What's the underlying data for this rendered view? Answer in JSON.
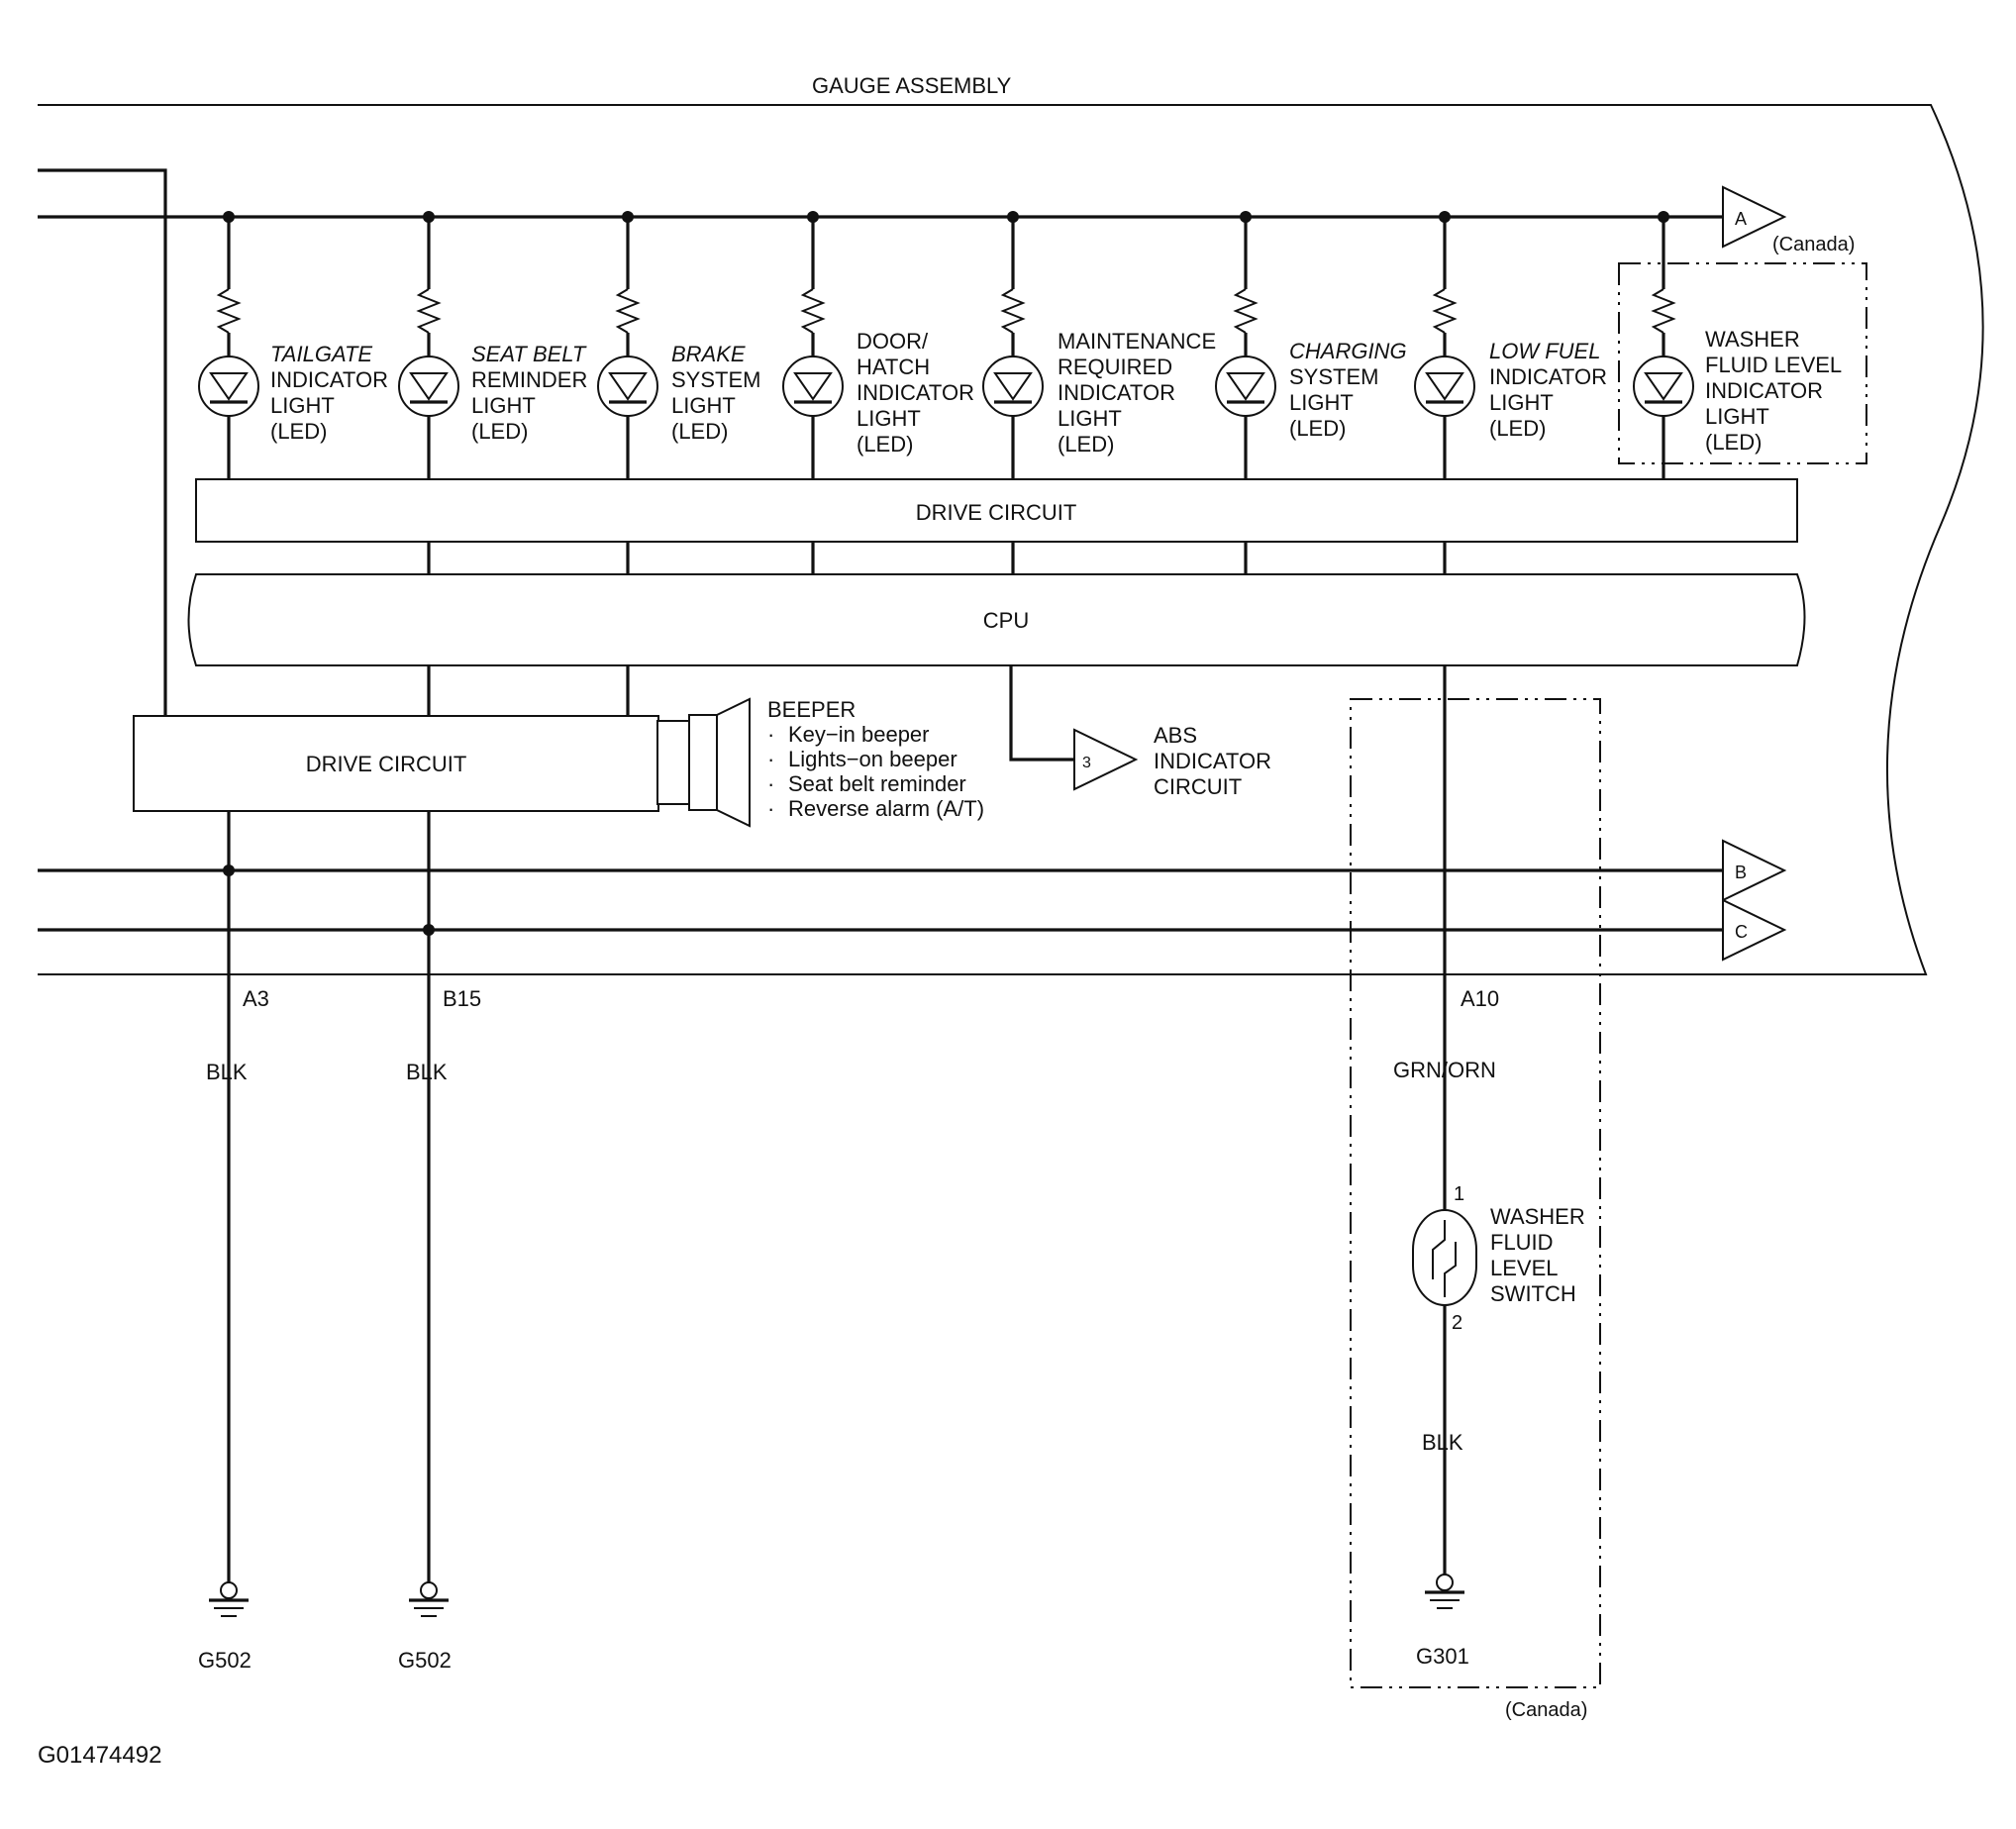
{
  "title": "GAUGE ASSEMBLY",
  "leds": [
    {
      "lines": [
        "TAILGATE",
        "INDICATOR",
        "LIGHT",
        "(LED)"
      ]
    },
    {
      "lines": [
        "SEAT BELT",
        "REMINDER",
        "LIGHT",
        "(LED)"
      ]
    },
    {
      "lines": [
        "BRAKE",
        "SYSTEM",
        "LIGHT",
        "(LED)"
      ]
    },
    {
      "lines": [
        "DOOR/",
        "HATCH",
        "INDICATOR",
        "LIGHT",
        "(LED)"
      ]
    },
    {
      "lines": [
        "MAINTENANCE",
        "REQUIRED",
        "INDICATOR",
        "LIGHT",
        "(LED)"
      ]
    },
    {
      "lines": [
        "CHARGING",
        "SYSTEM",
        "LIGHT",
        "(LED)"
      ]
    },
    {
      "lines": [
        "LOW FUEL",
        "INDICATOR",
        "LIGHT",
        "(LED)"
      ]
    },
    {
      "lines": [
        "WASHER",
        "FLUID LEVEL",
        "INDICATOR",
        "LIGHT",
        "(LED)"
      ]
    }
  ],
  "drive_circuit_top": "DRIVE CIRCUIT",
  "cpu": "CPU",
  "drive_circuit_bottom": "DRIVE CIRCUIT",
  "beeper": {
    "title": "BEEPER",
    "items": [
      "Key−in beeper",
      "Lights−on beeper",
      "Seat belt reminder",
      "Reverse alarm (A/T)"
    ]
  },
  "abs": {
    "number": "3",
    "lines": [
      "ABS",
      "INDICATOR",
      "CIRCUIT"
    ]
  },
  "connectors": {
    "A": "A",
    "B": "B",
    "C": "C",
    "canada_top": "(Canada)",
    "canada_bottom": "(Canada)"
  },
  "terminals": {
    "t1": "A3",
    "t2": "B15",
    "t3": "A10"
  },
  "wires": {
    "w1": "BLK",
    "w2": "BLK",
    "w3": "GRN/ORN",
    "w4": "BLK"
  },
  "switch": {
    "pin1": "1",
    "pin2": "2",
    "lines": [
      "WASHER",
      "FLUID",
      "LEVEL",
      "SWITCH"
    ]
  },
  "grounds": {
    "g1": "G502",
    "g2": "G502",
    "g3": "G301"
  },
  "figure_id": "G01474492"
}
